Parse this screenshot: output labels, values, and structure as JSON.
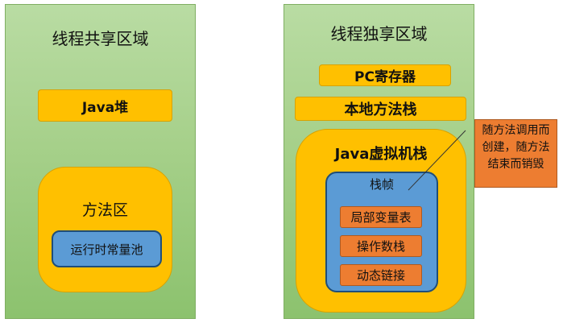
{
  "left_panel": {
    "title": "线程共享区域",
    "java_heap": "Java堆",
    "method_area": {
      "label": "方法区",
      "runtime_constant_pool": "运行时常量池"
    }
  },
  "right_panel": {
    "title": "线程独享区域",
    "pc_register": "PC寄存器",
    "native_method_stack": "本地方法栈",
    "jvm_stack": {
      "label": "Java虚拟机栈",
      "stack_frame": {
        "label": "栈帧",
        "items": [
          "局部变量表",
          "操作数栈",
          "动态链接"
        ]
      }
    }
  },
  "callout": {
    "text": "随方法调用而创建，随方法结束而销毁"
  },
  "colors": {
    "panel_green": "#a9d18e",
    "yellow": "#ffc000",
    "blue": "#5b9bd5",
    "orange": "#ed7d31"
  }
}
